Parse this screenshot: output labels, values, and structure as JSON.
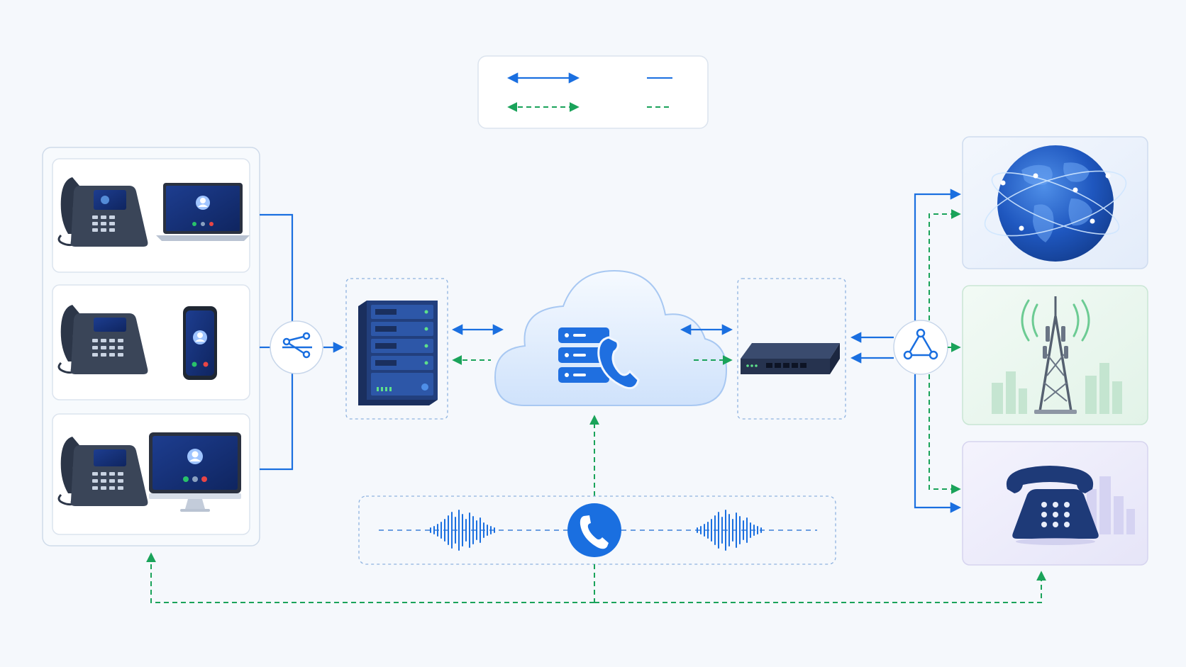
{
  "colors": {
    "primary_link": "#1a6fe0",
    "secondary_link": "#1aa35a",
    "background": "#f5f8fc",
    "device_dark": "#2f3a4d",
    "server_navy": "#1e3a78"
  },
  "legend": {
    "items": [
      {
        "style": "solid",
        "color": "#1a6fe0"
      },
      {
        "style": "dashed",
        "color": "#1aa35a"
      }
    ]
  },
  "endpoint_groups": [
    {
      "devices": [
        "desk-phone-icon",
        "laptop-icon"
      ]
    },
    {
      "devices": [
        "desk-phone-icon",
        "smartphone-icon"
      ]
    },
    {
      "devices": [
        "desk-phone-icon",
        "monitor-icon"
      ]
    }
  ],
  "hubs": [
    "switch-hub-icon",
    "network-hub-icon"
  ],
  "core": [
    "server-rack-icon",
    "cloud-pbx-icon",
    "gateway-router-icon"
  ],
  "call_stream": {
    "center_icon": "phone-call-icon",
    "waveforms": 2
  },
  "destinations": [
    {
      "icon": "globe-internet-icon",
      "tint": "#e8f0fb"
    },
    {
      "icon": "cell-tower-icon",
      "tint": "#e6f5ec"
    },
    {
      "icon": "landline-phone-icon",
      "tint": "#ecebfb"
    }
  ]
}
